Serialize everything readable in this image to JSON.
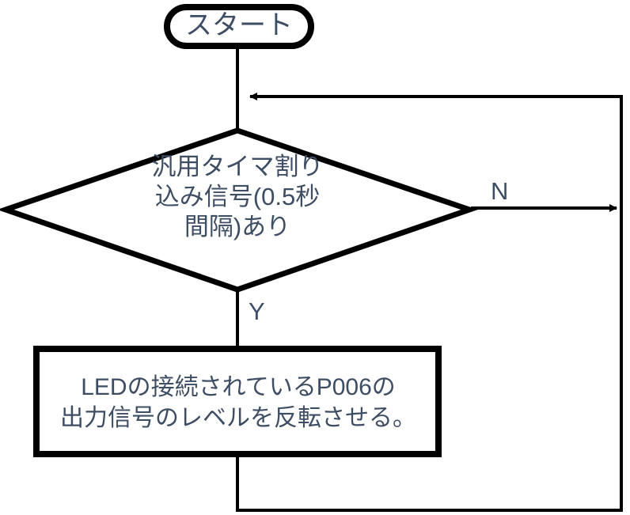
{
  "diagram": {
    "title": "LED blink timer interrupt flowchart",
    "colors": {
      "stroke": "#000000",
      "text": "#3d4d63",
      "background": "#ffffff"
    },
    "nodes": [
      {
        "id": "start",
        "type": "terminator",
        "label": "スタート"
      },
      {
        "id": "decision",
        "type": "decision",
        "label": "汎用タイマ割り\n込み信号(0.5秒\n間隔)あり"
      },
      {
        "id": "process",
        "type": "process",
        "label": "LEDの接続されているP006の\n出力信号のレベルを反転させる。"
      }
    ],
    "edges": [
      {
        "id": "start-to-decision",
        "from": "start",
        "to": "decision",
        "label": ""
      },
      {
        "id": "decision-no",
        "from": "decision",
        "to": "loop-return",
        "label": "N"
      },
      {
        "id": "decision-yes",
        "from": "decision",
        "to": "process",
        "label": "Y"
      },
      {
        "id": "process-to-loop",
        "from": "process",
        "to": "loop-return",
        "label": ""
      }
    ]
  }
}
